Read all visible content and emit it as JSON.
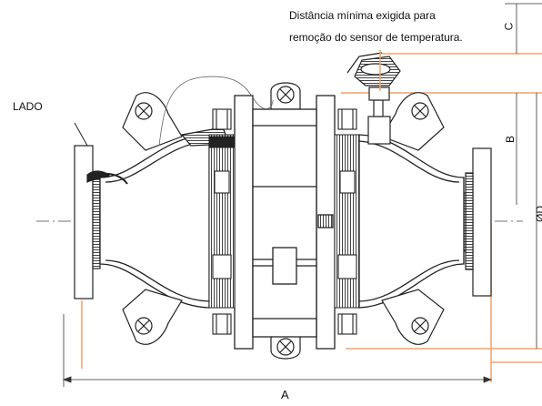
{
  "notes": {
    "line1": "Distância mínima exigida para",
    "line2": "remoção do sensor de temperatura."
  },
  "side_label": "LADO",
  "dimensions": {
    "A": "A",
    "B": "B",
    "C": "C",
    "D": "ØD"
  },
  "colors": {
    "line": "#2b2b2b",
    "dimension_orange": "#f2a26b",
    "hatch": "#555555",
    "background": "#ffffff"
  }
}
